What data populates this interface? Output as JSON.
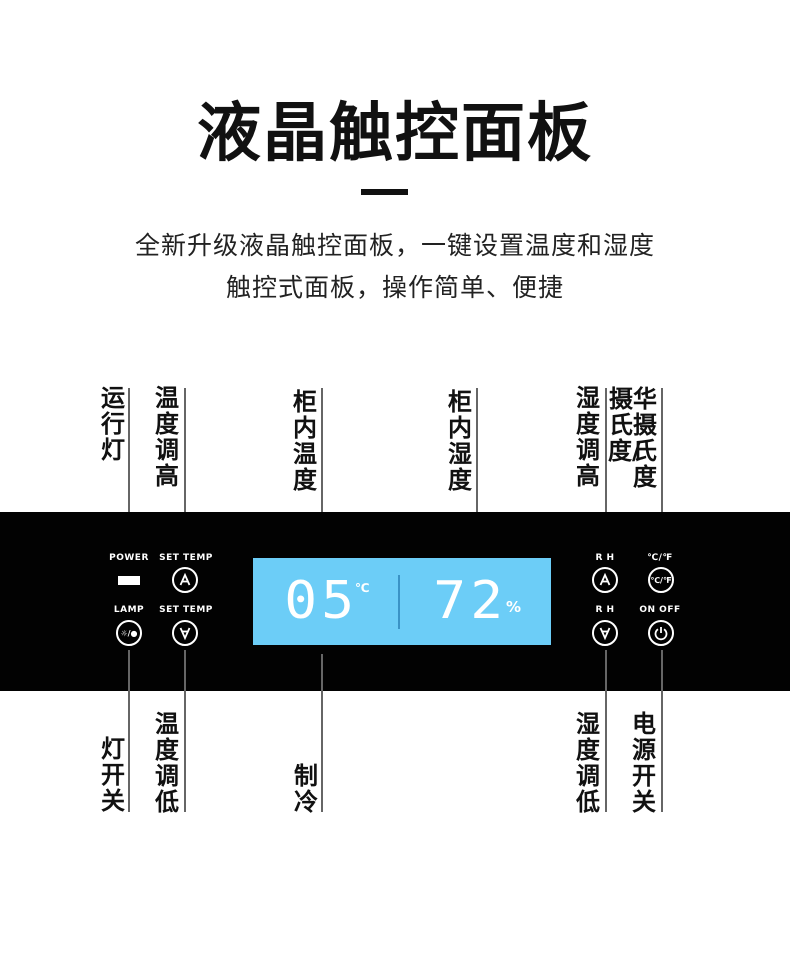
{
  "header": {
    "title": "液晶触控面板",
    "subtitle_line1": "全新升级液晶触控面板，一键设置温度和湿度",
    "subtitle_line2": "触控式面板，操作简单、便捷"
  },
  "callouts_top": {
    "running_light": "运行灯",
    "temp_up": "温度调高",
    "cabinet_temp": "柜内温度",
    "cabinet_humidity": "柜内湿度",
    "humidity_up": "湿度调高",
    "celsius_fahrenheit_a": "摄氏度/",
    "celsius_fahrenheit_b": "华摄氏度"
  },
  "callouts_bottom": {
    "lamp_switch": "灯开关",
    "temp_down": "温度调低",
    "cooling": "制冷",
    "humidity_down": "湿度调低",
    "power_switch": "电源开关"
  },
  "panel": {
    "power_label": "POWER",
    "set_temp_up_label": "SET TEMP",
    "lamp_label": "LAMP",
    "set_temp_down_label": "SET TEMP",
    "rh_up_label": "R H",
    "unit_toggle_label": "℃/℉",
    "rh_down_label": "R H",
    "on_off_label": "ON OFF",
    "unit_button_text": "℃/℉",
    "lamp_button_text": "☼/●",
    "temperature_value": "05",
    "temperature_unit": "℃",
    "humidity_value": "72",
    "humidity_unit": "%"
  },
  "colors": {
    "panel_bg": "#020202",
    "lcd_bg": "#6ccdf7",
    "text": "#111111"
  },
  "icons": [
    "up-arrow-icon",
    "down-arrow-icon",
    "power-icon",
    "lamp-icon",
    "celsius-fahrenheit-icon"
  ]
}
